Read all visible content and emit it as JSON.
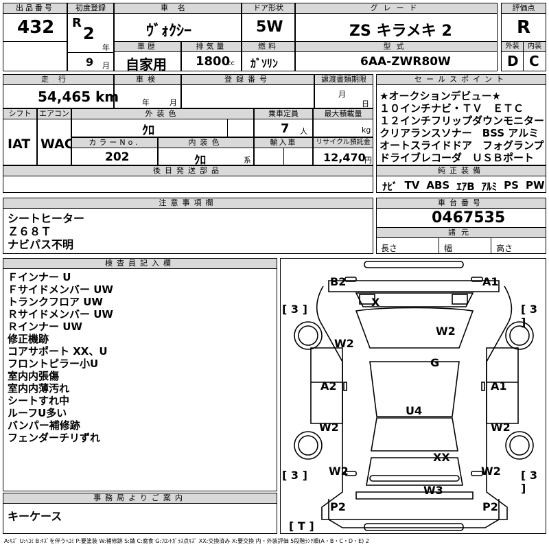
{
  "header": {
    "lot_label": "出品番号",
    "lot": "432",
    "reg_label": "初度登録",
    "era": "R",
    "year": "2",
    "year_unit": "年",
    "month": "9",
    "month_unit": "月",
    "car_label": "車名",
    "car": "ｳﾞｫｸｼｰ",
    "door_label": "ドア形状",
    "door": "5W",
    "grade_label": "グレード",
    "grade": "ZS キラメキ 2",
    "score_label": "評価点",
    "score": "R",
    "history_label": "車歴",
    "history": "自家用",
    "disp_label": "排気量",
    "disp": "1800",
    "disp_unit": "cc",
    "fuel_label": "燃料",
    "fuel": "ｶﾞｿﾘﾝ",
    "model_label": "型式",
    "model": "6AA-ZWR80W",
    "ext_label": "外装",
    "ext": "D",
    "int_label": "内装",
    "int": "C"
  },
  "row2": {
    "mileage_label": "走行",
    "mileage": "54,465",
    "mileage_unit": "km",
    "inspection_label": "車検",
    "insp_year": "年",
    "insp_month": "月",
    "plate_label": "登録番号",
    "transfer_label": "譲渡書類期限",
    "tr_month": "月",
    "tr_day": "日",
    "shift_label": "シフト",
    "shift": "IAT",
    "ac_label": "エアコン",
    "ac": "WAC",
    "exterior_color_label": "外装色",
    "exterior_color": "ｸﾛ",
    "capacity_label": "乗車定員",
    "capacity": "7",
    "capacity_unit": "人",
    "max_load_label": "最大積載量",
    "max_load_unit": "kg",
    "color_no_label": "カラーNo.",
    "color_no": "202",
    "interior_color_label": "内装色",
    "interior_color": "ｸﾛ",
    "interior_suffix": "系",
    "import_label": "輸入車",
    "recycle_label": "リサイクル預託金",
    "recycle": "12,470",
    "recycle_unit": "円",
    "later_parts_label": "後日発送部品"
  },
  "sales_points": {
    "label": "セールスポイント",
    "lines": [
      "★オークションデビュー★",
      "１０インチナビ・ＴＶ　ＥＴＣ",
      "１２インチフリップダウンモニター",
      "クリアランスソナー　BSS アルミ",
      "オートスライドドア　フォグランプ",
      "ドライブレコーダ　ＵＳＢポート"
    ]
  },
  "equipment": {
    "label": "純正装備",
    "items": [
      "ﾅﾋﾞ",
      "TV",
      "ABS",
      "ｴｱB",
      "ｱﾙﾐ",
      "PS",
      "PW"
    ]
  },
  "notes": {
    "label": "注意事項欄",
    "lines": [
      "シートヒーター",
      "Ｚ６８Ｔ",
      "ナビパス不明"
    ]
  },
  "chassis": {
    "label": "車台番号",
    "number": "0467535",
    "dims_label": "諸元",
    "length": "長さ",
    "width": "幅",
    "height": "高さ"
  },
  "inspector": {
    "label": "検査員記入欄",
    "lines": [
      "Ｆインナー U",
      "Ｆサイドメンバー UW",
      "トランクフロア UW",
      "Ｒサイドメンバー UW",
      "Ｒインナー UW",
      "修正機跡",
      "コアサポート XX、U",
      "フロントピラー小U",
      "室内内張傷",
      "室内内薄汚れ",
      "シートすれ中",
      "ルーフU多い",
      "バンパー補修跡",
      "フェンダーチリずれ"
    ]
  },
  "office": {
    "label": "事務局よりご案内",
    "text": "キーケース"
  },
  "diagram": {
    "marks": {
      "b2": "B2",
      "a1_top": "A1",
      "x": "X",
      "w2_fl": "W2",
      "w2_hood": "W2",
      "g": "G",
      "a2": "A2",
      "a1_side": "A1",
      "u4": "U4",
      "w2_rl": "W2",
      "w2_rr": "W2",
      "xx": "XX",
      "w2_bl": "W2",
      "w2_br": "W2",
      "w3": "W3",
      "p2_l": "P2",
      "p2_r": "P2",
      "tire_fl": "[ 3 ]",
      "tire_fr": "[ 3 ]",
      "tire_rl": "[ 3 ]",
      "tire_rr": "[ 3 ]",
      "spare": "[ T ]"
    }
  },
  "legend": "A:ｷｽﾞ U:ﾍｺﾐ B:ｷｽﾞを伴うﾍｺﾐ P:要塗装 W:補修跡 S:錆 C:腐食 G:ﾌﾛﾝﾄｶﾞﾗｽ点ｷｽﾞ XX:交換済み X:要交換 内・外装評価 5段階ﾗﾝｸ順(A・B・C・D・E) 2"
}
